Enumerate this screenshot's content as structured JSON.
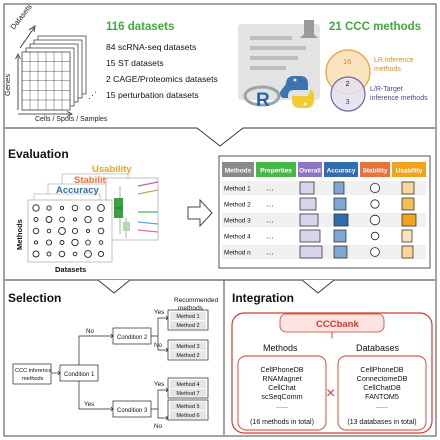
{
  "top": {
    "datasets_title": "116 datasets",
    "dataset_lines": [
      "84 scRNA-seq datasets",
      "15 ST datasets",
      "2 CAGE/Proteomics datasets",
      "15 perturbation datasets"
    ],
    "axis_datasets": "Datasets",
    "axis_genes": "Genes",
    "axis_cells": "Cells / Spots / Samples",
    "methods_title": "21 CCC methods",
    "venn": {
      "a": "16",
      "b": "2",
      "c": "3"
    },
    "lr_label": [
      "LR inference",
      "methods"
    ],
    "lrt_label": [
      "L/R-Target",
      "inference methods"
    ]
  },
  "evaluation": {
    "title": "Evaluation",
    "stack_labels": [
      "Usability",
      "Stability",
      "Accuracy"
    ],
    "axis_methods": "Methods",
    "axis_datasets": "Datasets",
    "columns": [
      "Methods",
      "Properties",
      "Overall",
      "Accuracy",
      "Stability",
      "Usability"
    ],
    "rows": [
      "Method 1",
      "Method 2",
      "Method 3",
      "Method 4",
      "Method n"
    ],
    "ellipsis": "…",
    "colors": {
      "methods": "#8a8a8a",
      "properties": "#47b847",
      "overall": "#8e74c4",
      "accuracy": "#2f6db0",
      "stability": "#e8733a",
      "usability": "#f2a31b"
    }
  },
  "selection": {
    "title": "Selection",
    "start": [
      "CCC inference",
      "methods"
    ],
    "conditions": [
      "Condition 1",
      "Condition 2",
      "Condition 3"
    ],
    "no": "No",
    "yes": "Yes",
    "recommended": [
      "Recommended",
      "methods"
    ],
    "groups": [
      [
        "Method 1",
        "Method 2"
      ],
      [
        "Method 3",
        "Method 2"
      ],
      [
        "Method 4",
        "Method 7"
      ],
      [
        "Method 5",
        "Method 6"
      ]
    ]
  },
  "integration": {
    "title": "Integration",
    "bank": "CCCbank",
    "methods_head": "Methods",
    "methods": [
      "CellPhoneDB",
      "RNAMagnet",
      "CellChat",
      "scSeqComm",
      "......"
    ],
    "methods_total": "(16 methods in total)",
    "db_head": "Databases",
    "databases": [
      "CellPhoneDB",
      "ConnectomeDB",
      "CellChatDB",
      "FANTOM5",
      "......"
    ],
    "db_total": "(13 databases in total)",
    "cross": "×",
    "accent": "#d63a2f"
  }
}
